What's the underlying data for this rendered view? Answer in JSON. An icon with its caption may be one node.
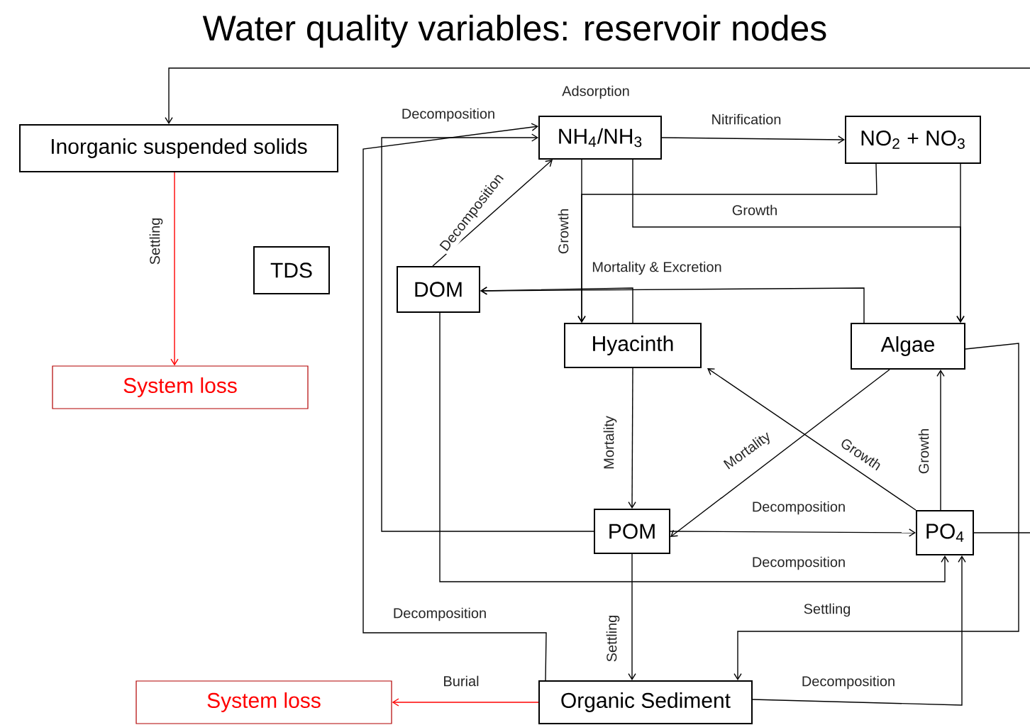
{
  "diagram": {
    "title": "Water quality variables: reservoir nodes",
    "nodes": [
      {
        "text": [
          "Inorganic suspended solids"
        ]
      },
      {
        "text": [
          "System loss"
        ]
      },
      {
        "text": [
          "TDS"
        ]
      },
      {
        "text": [
          "NH$_{4}$/NH$_{3}$"
        ]
      },
      {
        "text": [
          "NO$_{2}$ + NO$_{3}$"
        ]
      },
      {
        "text": [
          "DOM"
        ]
      },
      {
        "text": [
          "Hyacinth"
        ]
      },
      {
        "text": [
          "Algae"
        ]
      },
      {
        "text": [
          "POM"
        ]
      },
      {
        "text": [
          "PO$_{4}$"
        ]
      },
      {
        "text": [
          "Organic Sediment"
        ]
      },
      {
        "text": [
          "System loss"
        ]
      }
    ],
    "edges": [
      {
        "from": null,
        "to": 0,
        "arrow": "to"
      },
      {
        "from": 0,
        "to": 1,
        "arrow": "to",
        "label": "Settling",
        "color": "#ff0000"
      },
      {
        "from": 10,
        "to": 3,
        "arrow": "to",
        "label": "Decomposition"
      },
      {
        "from": 8,
        "to": 3,
        "arrow": "to",
        "label": "Decomposition"
      },
      {
        "from": 5,
        "to": 3,
        "arrow": "to",
        "label": "Decomposition"
      },
      {
        "from": 3,
        "to": 4,
        "arrow": "to",
        "label": "Nitrification"
      },
      {
        "from": 3,
        "to": 6,
        "arrow": "to",
        "label": "Growth"
      },
      {
        "from": 4,
        "to": 6,
        "arrow": "to"
      },
      {
        "from": 3,
        "to": 7,
        "arrow": "to",
        "label": "Growth"
      },
      {
        "from": 4,
        "to": 7,
        "arrow": "to"
      },
      {
        "from": 7,
        "to": 5,
        "arrow": "to",
        "label": "Mortality & Excretion"
      },
      {
        "from": 6,
        "to": 5,
        "arrow": "to"
      },
      {
        "from": 6,
        "to": 8,
        "arrow": "to",
        "label": "Mortality"
      },
      {
        "from": 7,
        "to": 8,
        "arrow": "to",
        "label": "Mortality"
      },
      {
        "from": 9,
        "to": 6,
        "arrow": "to",
        "label": "Growth"
      },
      {
        "from": 9,
        "to": 7,
        "arrow": "to",
        "label": "Growth"
      },
      {
        "from": 8,
        "to": 9,
        "arrow": "to",
        "label": "Decomposition"
      },
      {
        "from": 5,
        "to": 9,
        "arrow": "to",
        "label": "Decomposition"
      },
      {
        "from": 8,
        "to": 10,
        "arrow": "to",
        "label": "Settling"
      },
      {
        "from": 7,
        "to": 10,
        "arrow": "to",
        "label": "Settling"
      },
      {
        "from": 9,
        "to": null,
        "arrow": "none"
      },
      {
        "from": 10,
        "to": 9,
        "arrow": "to",
        "label": "Decomposition"
      },
      {
        "from": 10,
        "to": 11,
        "arrow": "to",
        "label": "Burial",
        "color": "#ff0000"
      }
    ],
    "labels": [
      "Adsorption"
    ]
  }
}
